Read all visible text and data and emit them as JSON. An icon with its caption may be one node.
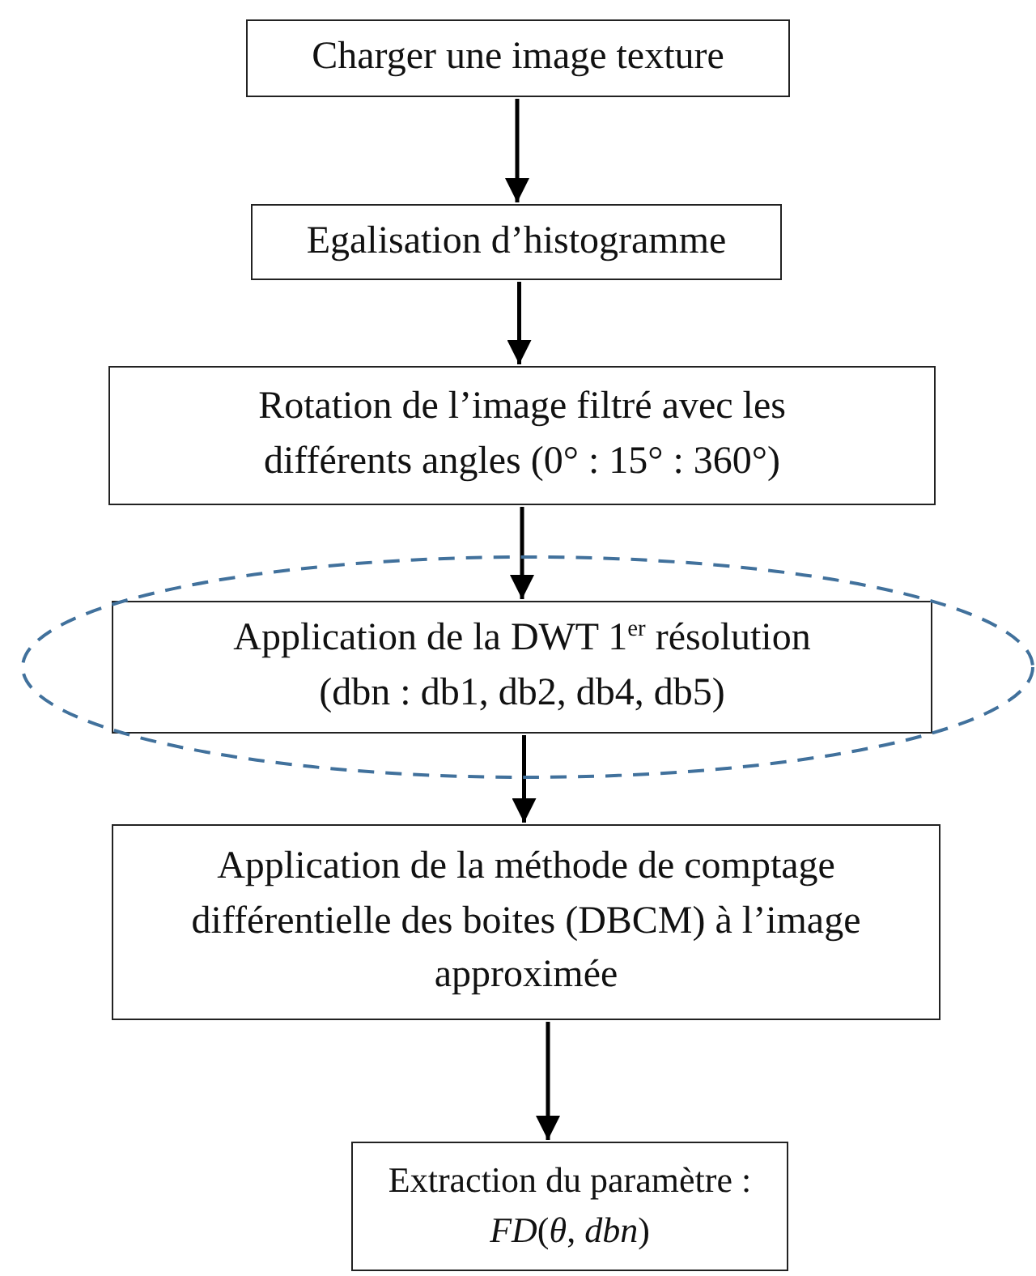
{
  "diagram": {
    "nodes": [
      {
        "text": [
          "Charger une image texture"
        ]
      },
      {
        "text": [
          "Egalisation d’histogramme"
        ]
      },
      {
        "text": [
          "Rotation de l’image filtré avec les différents angles (0° : 15° : 360°)"
        ]
      },
      {
        "text": [
          "Application de la DWT 1$^{er}$ résolution (dbn : db1, db2, db4, db5)"
        ]
      },
      {
        "text": [
          "Application de la méthode de comptage différentielle des boites (DBCM) à l’image approximée"
        ]
      },
      {
        "text": [
          "Extraction du paramètre :",
          "*FD*(*θ*, *dbn*)"
        ]
      }
    ],
    "edges": [
      {
        "from": 0,
        "to": 1,
        "arrow": "to"
      },
      {
        "from": 1,
        "to": 2,
        "arrow": "to"
      },
      {
        "from": 2,
        "to": 3,
        "arrow": "to"
      },
      {
        "from": 3,
        "to": 4,
        "arrow": "to"
      },
      {
        "from": 4,
        "to": 5,
        "arrow": "to"
      }
    ]
  }
}
